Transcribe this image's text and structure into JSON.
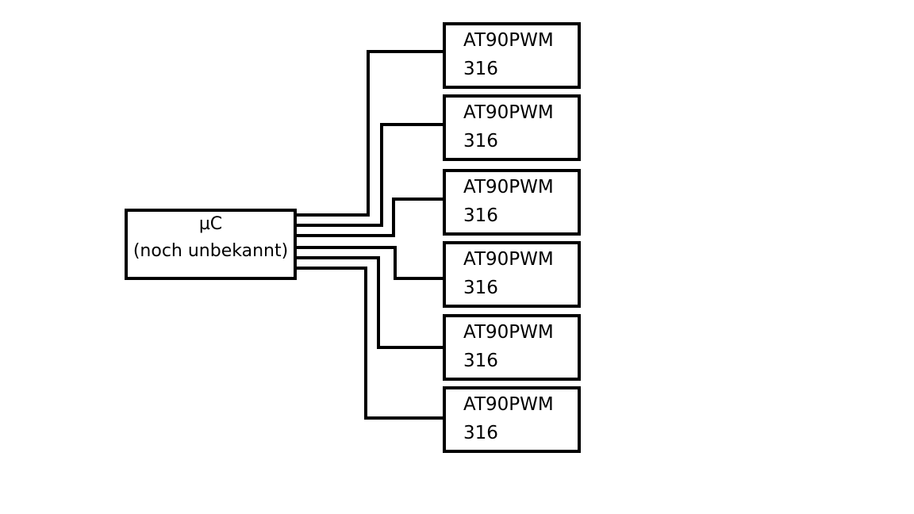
{
  "mcu": {
    "line1": "µC",
    "line2": "(noch unbekannt)"
  },
  "chips": [
    {
      "line1": "AT90PWM",
      "line2": "316"
    },
    {
      "line1": "AT90PWM",
      "line2": "316"
    },
    {
      "line1": "AT90PWM",
      "line2": "316"
    },
    {
      "line1": "AT90PWM",
      "line2": "316"
    },
    {
      "line1": "AT90PWM",
      "line2": "316"
    },
    {
      "line1": "AT90PWM",
      "line2": "316"
    }
  ],
  "colors": {
    "stroke": "#000000",
    "background": "#ffffff"
  }
}
